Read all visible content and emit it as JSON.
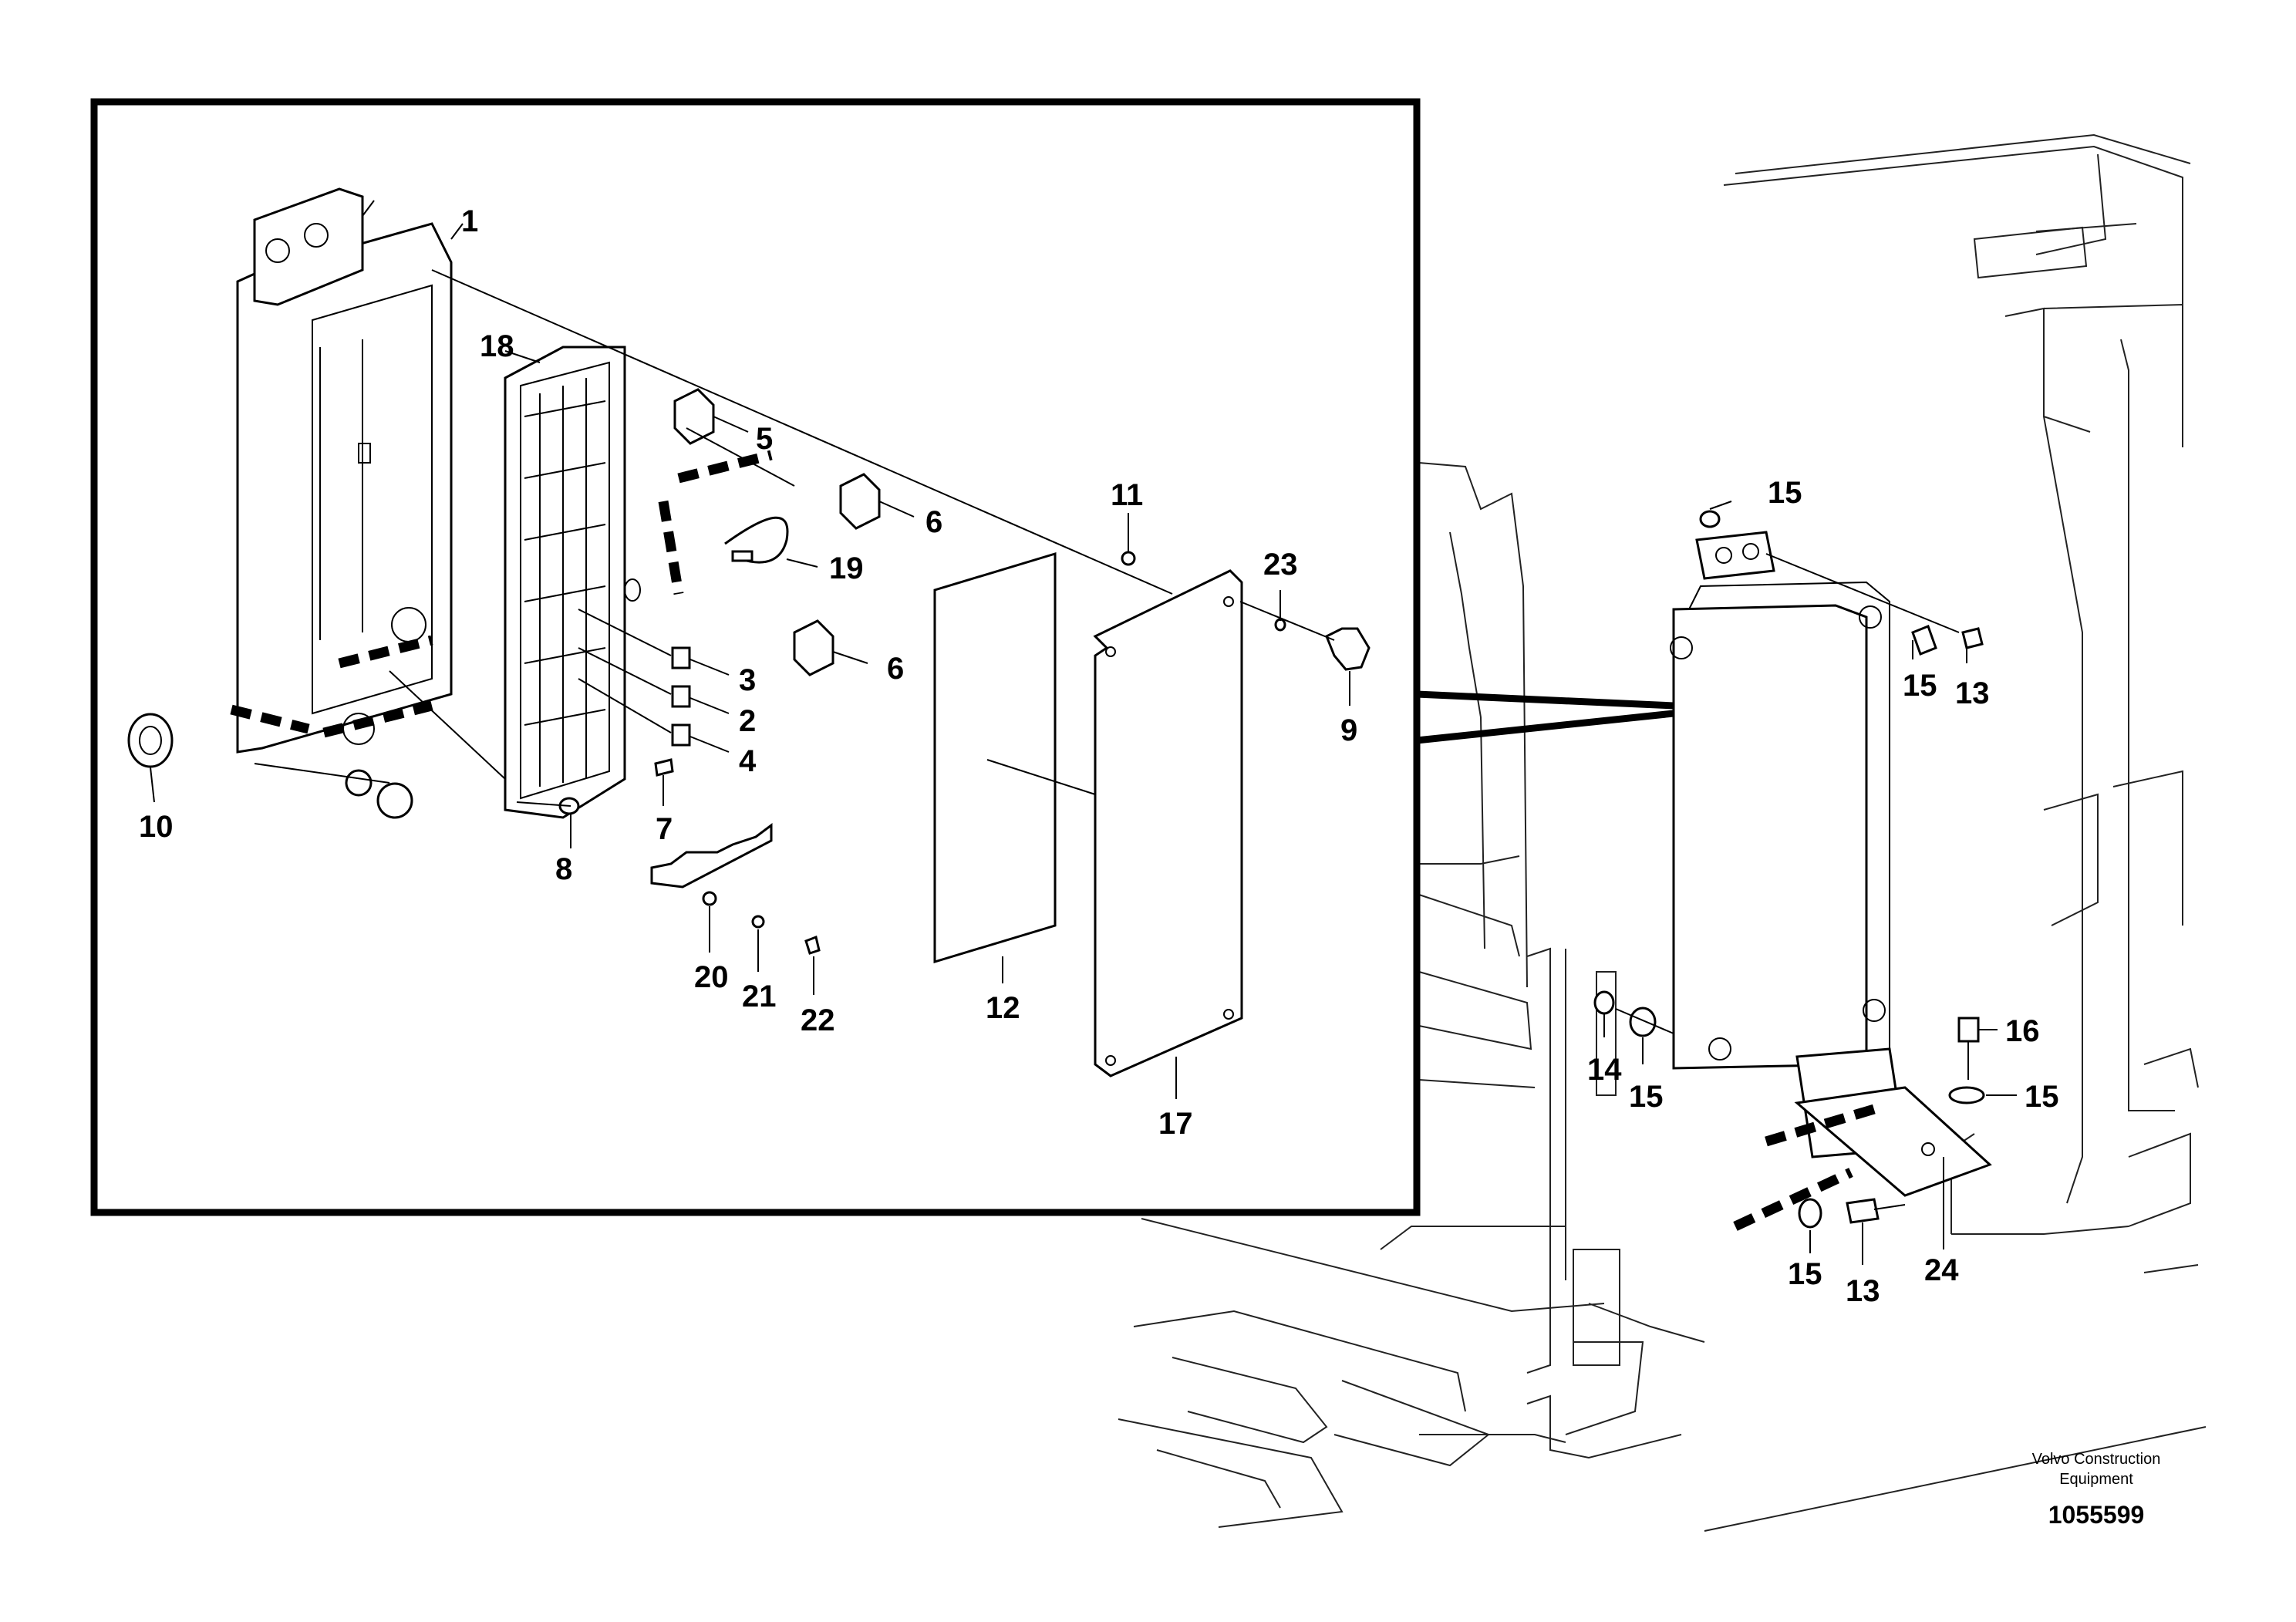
{
  "labels": {
    "p1": "1",
    "p2": "2",
    "p3": "3",
    "p4": "4",
    "p5": "5",
    "p6a": "6",
    "p6b": "6",
    "p7": "7",
    "p8": "8",
    "p9": "9",
    "p10": "10",
    "p11": "11",
    "p12": "12",
    "p13a": "13",
    "p13b": "13",
    "p14": "14",
    "p15a": "15",
    "p15b": "15",
    "p15c": "15",
    "p15d": "15",
    "p15e": "15",
    "p16": "16",
    "p17": "17",
    "p18": "18",
    "p19": "19",
    "p20": "20",
    "p21": "21",
    "p22": "22",
    "p23": "23",
    "p24": "24"
  },
  "footer": {
    "credit_line1": "Volvo Construction",
    "credit_line2": "Equipment",
    "doc_number": "1055599"
  }
}
